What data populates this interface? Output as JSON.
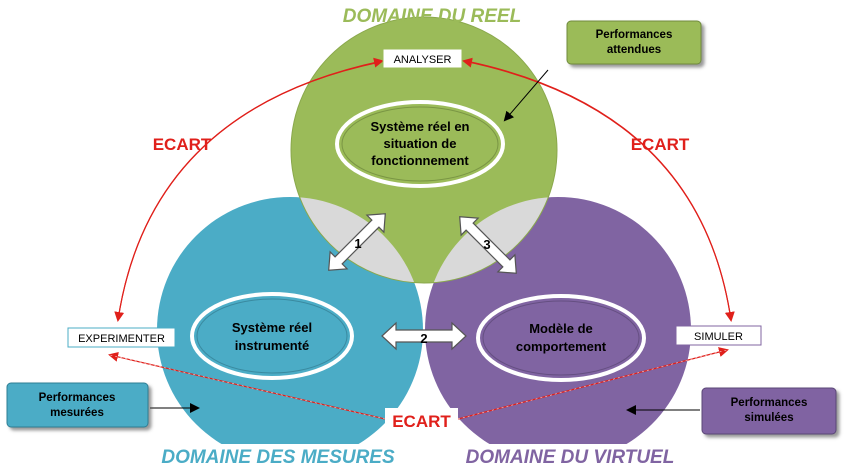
{
  "domains": {
    "reel": "DOMAINE DU REEL",
    "mesures": "DOMAINE DES MESURES",
    "virtuel": "DOMAINE DU VIRTUEL"
  },
  "systems": {
    "reel_line1": "Système réel en",
    "reel_line2": "situation de",
    "reel_line3": "fonctionnement",
    "instr_line1": "Système réel",
    "instr_line2": "instrumenté",
    "model_line1": "Modèle de",
    "model_line2": "comportement"
  },
  "actions": {
    "analyser": "ANALYSER",
    "experimenter": "EXPERIMENTER",
    "simuler": "SIMULER"
  },
  "ecart": {
    "left": "ECART",
    "right": "ECART",
    "bottom": "ECART"
  },
  "performances": {
    "attendues_1": "Performances",
    "attendues_2": "attendues",
    "mesurees_1": "Performances",
    "mesurees_2": "mesurées",
    "simulees_1": "Performances",
    "simulees_2": "simulées"
  },
  "arrows": {
    "one": "1",
    "two": "2",
    "three": "3"
  },
  "colors": {
    "reel": "#9bbb59",
    "mesures": "#4bacc6",
    "virtuel": "#8064a2",
    "overlap": "#d9d9d9",
    "ecart": "#e0201b",
    "perf_green": "#9bbb59",
    "perf_blue": "#4bacc6",
    "perf_purple": "#8064a2"
  }
}
